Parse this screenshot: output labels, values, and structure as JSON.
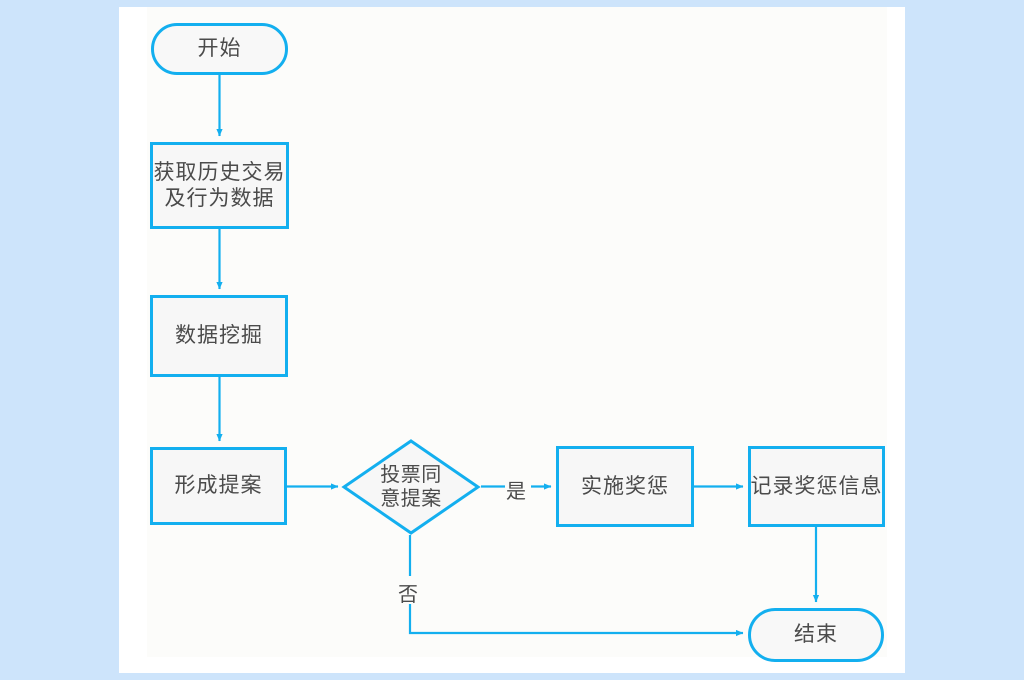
{
  "page": {
    "background_color": "#cde4fb",
    "canvas_color": "#ffffff",
    "canvas_inner_color": "#fcfcfa"
  },
  "theme": {
    "stroke_color": "#13afef",
    "node_fill": "#f7f7f7",
    "text_color": "#4b4b4b"
  },
  "diagram": {
    "type": "flowchart",
    "orientation": "top-to-bottom-then-left-to-right",
    "nodes": [
      {
        "id": "start",
        "shape": "terminator",
        "label": "开始"
      },
      {
        "id": "collect",
        "shape": "process",
        "label_line1": "获取历史交易",
        "label_line2": "及行为数据"
      },
      {
        "id": "mining",
        "shape": "process",
        "label": "数据挖掘"
      },
      {
        "id": "proposal",
        "shape": "process",
        "label": "形成提案"
      },
      {
        "id": "decision",
        "shape": "decision",
        "label_line1": "投票同",
        "label_line2": "意提案"
      },
      {
        "id": "enforce",
        "shape": "process",
        "label": "实施奖惩"
      },
      {
        "id": "record",
        "shape": "process",
        "label": "记录奖惩信息"
      },
      {
        "id": "end",
        "shape": "terminator",
        "label": "结束"
      }
    ],
    "edges": [
      {
        "from": "start",
        "to": "collect",
        "label": ""
      },
      {
        "from": "collect",
        "to": "mining",
        "label": ""
      },
      {
        "from": "mining",
        "to": "proposal",
        "label": ""
      },
      {
        "from": "proposal",
        "to": "decision",
        "label": ""
      },
      {
        "from": "decision",
        "to": "enforce",
        "label": "是"
      },
      {
        "from": "enforce",
        "to": "record",
        "label": ""
      },
      {
        "from": "record",
        "to": "end",
        "label": ""
      },
      {
        "from": "decision",
        "to": "end",
        "label": "否"
      }
    ],
    "edge_labels": {
      "yes": "是",
      "no": "否"
    }
  }
}
